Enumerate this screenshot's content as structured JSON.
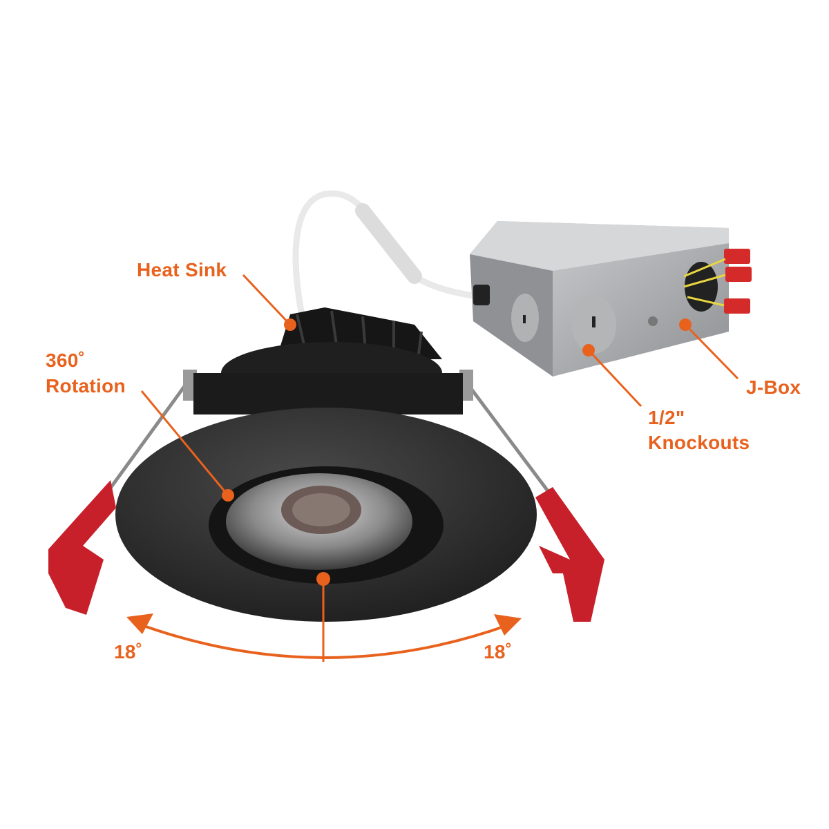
{
  "colors": {
    "accent": "#E8621E",
    "fixture": "#2b2b2b",
    "clip": "#C8202B",
    "jbox": "#A9ABAE"
  },
  "labels": {
    "heat_sink": "Heat Sink",
    "rotation_line1": "360˚",
    "rotation_line2": "Rotation",
    "knockouts_line1": "1/2\"",
    "knockouts_line2": "Knockouts",
    "jbox": "J-Box",
    "tilt_left": "18˚",
    "tilt_right": "18˚"
  }
}
